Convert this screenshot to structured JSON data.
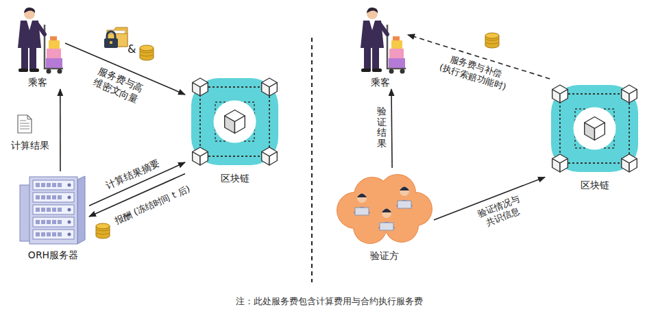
{
  "diagram": {
    "caption": "注：此处服务费包含计算费用与合约执行服务费",
    "nodes": [
      {
        "text": [
          "乘客"
        ]
      },
      {
        "text": [
          "区块链"
        ]
      },
      {
        "text": [
          "ORH服务器"
        ]
      },
      {
        "text": [
          "乘客"
        ]
      },
      {
        "text": [
          "区块链"
        ]
      },
      {
        "text": [
          "验证方"
        ]
      }
    ],
    "edges": [
      {
        "from": 0,
        "to": 1,
        "label": "服务费与高维密文向量",
        "arrow": "to"
      },
      {
        "from": 2,
        "to": 0,
        "label": "计算结果",
        "arrow": "to"
      },
      {
        "from": 2,
        "to": 1,
        "label": "计算结果摘要",
        "arrow": "to"
      },
      {
        "from": 1,
        "to": 2,
        "label": "报酬 (冻结时间 t 后)",
        "arrow": "to"
      },
      {
        "from": 4,
        "to": 3,
        "label": "服务费与补偿 (执行索赔功能时)",
        "arrow": "to"
      },
      {
        "from": 5,
        "to": 3,
        "label": "验证结果",
        "arrow": "to"
      },
      {
        "from": 5,
        "to": 4,
        "label": "验证情况与共识信息",
        "arrow": "to"
      }
    ],
    "labels": [
      "&"
    ]
  }
}
